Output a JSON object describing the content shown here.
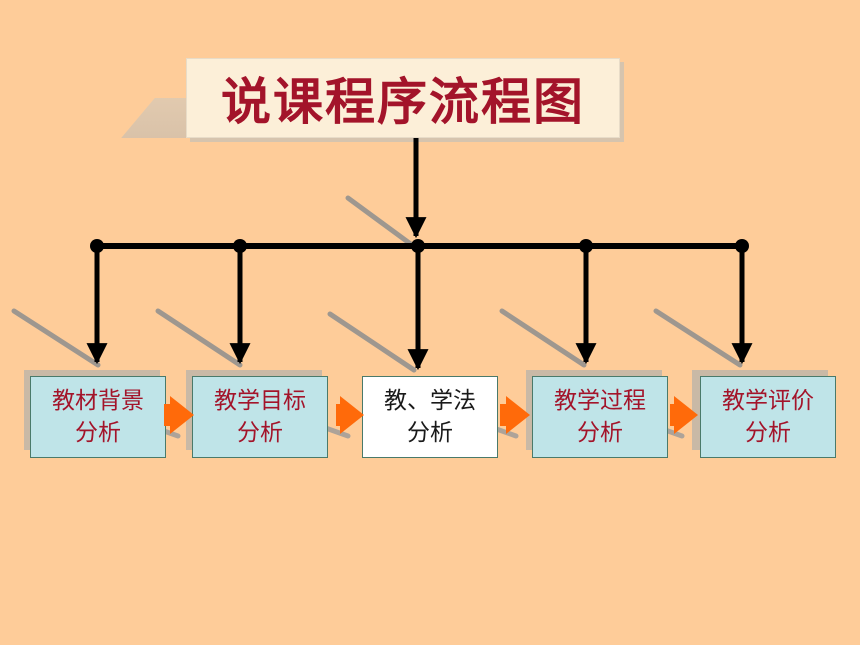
{
  "title": "说课程序流程图",
  "colors": {
    "background": "#FECC99",
    "title_text": "#A3142A",
    "node_fill": "#BFE4E8",
    "node_fill_highlight": "#FFFFFF",
    "arrow": "#FF6A0A",
    "connector": "#000000"
  },
  "nodes": [
    {
      "line1": "教材背景",
      "line2": "分析",
      "highlight": false
    },
    {
      "line1": "教学目标",
      "line2": "分析",
      "highlight": false
    },
    {
      "line1": "教、学法",
      "line2": "分析",
      "highlight": true
    },
    {
      "line1": "教学过程",
      "line2": "分析",
      "highlight": false
    },
    {
      "line1": "教学评价",
      "line2": "分析",
      "highlight": false
    }
  ]
}
